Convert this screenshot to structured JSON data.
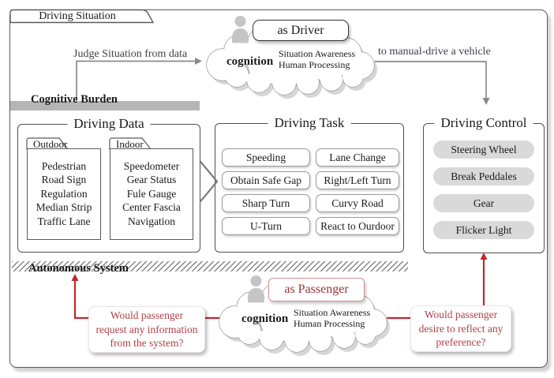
{
  "figure": {
    "tab_title": "Driving Situation",
    "cognitive_burden_label": "Cognitive Burden",
    "autonomous_system_label": "Autonomous System"
  },
  "driver_section": {
    "role_label": "as Driver",
    "cloud_keyword": "cognition",
    "cloud_lines": "Situation Awareness\nHuman Processing",
    "arrow_in_label": "Judge Situation from data",
    "arrow_out_label": "to manual-drive a vehicle"
  },
  "driving_data": {
    "title": "Driving Data",
    "outdoor": {
      "label": "Outdoor",
      "items": [
        "Pedestrian",
        "Road Sign",
        "Regulation",
        "Median Strip",
        "Traffic Lane"
      ]
    },
    "indoor": {
      "label": "Indoor",
      "items": [
        "Speedometer",
        "Gear Status",
        "Fule Gauge",
        "Center Fascia",
        "Navigation"
      ]
    }
  },
  "driving_task": {
    "title": "Driving Task",
    "items": [
      "Speeding",
      "Lane Change",
      "Obtain Safe Gap",
      "Right/Left Turn",
      "Sharp Turn",
      "Curvy Road",
      "U-Turn",
      "React to Ourdoor"
    ]
  },
  "driving_control": {
    "title": "Driving Control",
    "items": [
      "Steering Wheel",
      "Break Peddales",
      "Gear",
      "Flicker Light"
    ]
  },
  "passenger_section": {
    "role_label": "as Passenger",
    "cloud_keyword": "cognition",
    "cloud_lines": "Situation Awareness\nHuman Processing",
    "question_left": "Would passenger\nrequest any information\nfrom the system?",
    "question_right": "Would passenger\ndesire to reflect any\npreference?"
  },
  "colors": {
    "arrow_gray": "#8a8a8a",
    "arrow_red": "#c1272d",
    "bar_gray": "#b5b5b5",
    "pill_gray": "#d9d9d9",
    "red_text": "#b04046",
    "cloud_stroke": "#9a9a9a"
  }
}
